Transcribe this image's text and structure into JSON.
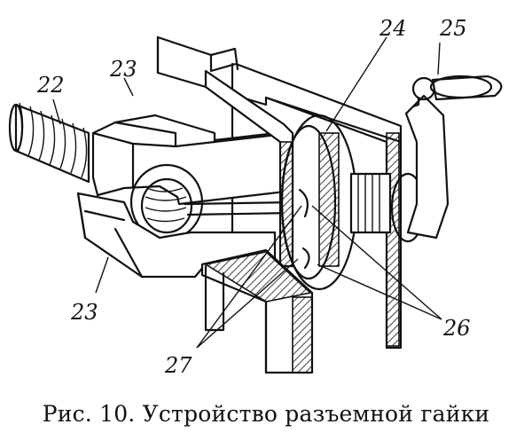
{
  "caption": "Рис. 10. Устройство разъемной гайки",
  "labels": {
    "l22": "22",
    "l23_top": "23",
    "l23_bottom": "23",
    "l24": "24",
    "l25": "25",
    "l26": "26",
    "l27": "27"
  }
}
